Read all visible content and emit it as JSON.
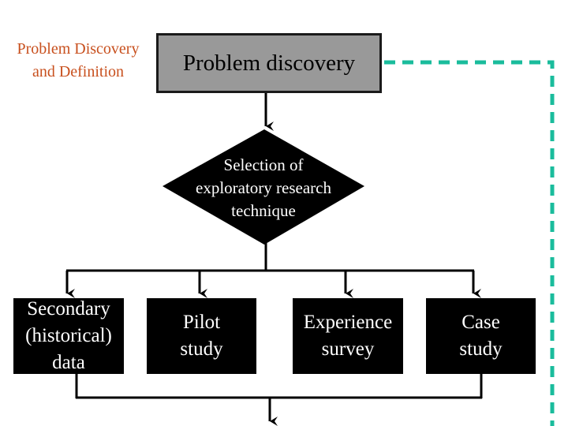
{
  "stage_label": {
    "line1": "Problem Discovery",
    "line2": "and Definition"
  },
  "nodes": {
    "problem_discovery": "Problem discovery",
    "selection": {
      "line1": "Selection of",
      "line2": "exploratory research",
      "line3": "technique"
    },
    "secondary": {
      "line1": "Secondary",
      "line2": "(historical)",
      "line3": "data"
    },
    "pilot": {
      "line1": "Pilot",
      "line2": "study"
    },
    "experience": {
      "line1": "Experience",
      "line2": "survey"
    },
    "case": {
      "line1": "Case",
      "line2": "study"
    }
  },
  "colors": {
    "stage_label": "#c8501e",
    "gray_box": "#999999",
    "dashed_line": "#1abc9c",
    "node_fill": "#000000",
    "node_text": "#ffffff"
  }
}
